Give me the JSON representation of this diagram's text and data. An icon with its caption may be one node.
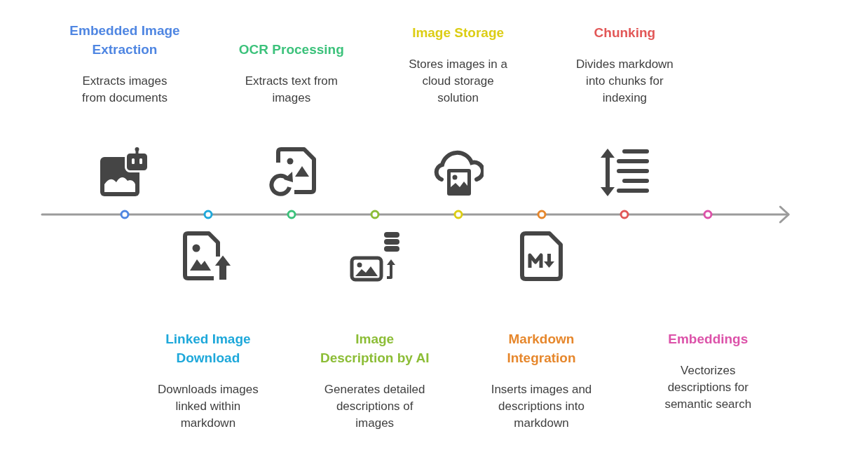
{
  "diagram": {
    "nodes": [
      {
        "text": [
          "Embedded Image Extraction",
          "Extracts images from documents"
        ]
      },
      {
        "text": [
          "Linked Image Download",
          "Downloads images linked within markdown"
        ]
      },
      {
        "text": [
          "OCR Processing",
          "Extracts text from images"
        ]
      },
      {
        "text": [
          "Image Description by AI",
          "Generates detailed descriptions of images"
        ]
      },
      {
        "text": [
          "Image Storage",
          "Stores images in a cloud storage solution"
        ]
      },
      {
        "text": [
          "Markdown Integration",
          "Inserts images and descriptions into markdown"
        ]
      },
      {
        "text": [
          "Chunking",
          "Divides markdown into chunks for indexing"
        ]
      },
      {
        "text": [
          "Embeddings",
          "Vectorizes descriptions for semantic search"
        ]
      }
    ]
  }
}
